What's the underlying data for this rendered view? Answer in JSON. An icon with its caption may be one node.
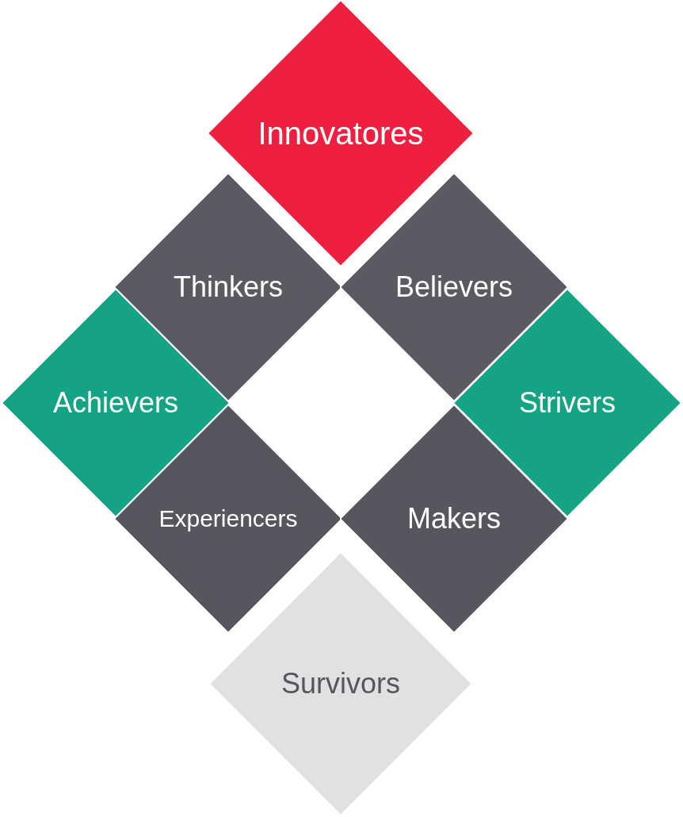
{
  "diagram": {
    "nodes": [
      {
        "text": [
          "Innovatores"
        ]
      },
      {
        "text": [
          "Thinkers"
        ]
      },
      {
        "text": [
          "Believers"
        ]
      },
      {
        "text": [
          "Achievers"
        ]
      },
      {
        "text": [
          "Strivers"
        ]
      },
      {
        "text": [
          "Experiencers"
        ]
      },
      {
        "text": [
          "Makers"
        ]
      },
      {
        "text": [
          "Survivors"
        ]
      }
    ]
  }
}
